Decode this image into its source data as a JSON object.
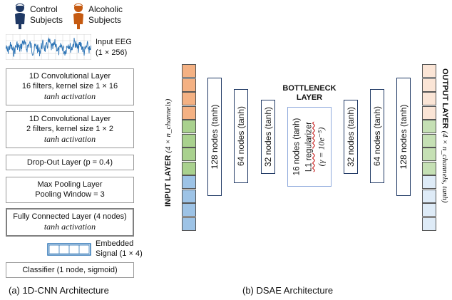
{
  "cnn": {
    "control_label": "Control\nSubjects",
    "alcoholic_label": "Alcoholic\nSubjects",
    "eeg_label": "Input EEG\n(1 × 256)",
    "layers": [
      {
        "title": "1D Convolutional Layer",
        "line2": "16 filters, kernel size 1 × 16",
        "line3": "tanh activation"
      },
      {
        "title": "1D Convolutional Layer",
        "line2": "2 filters, kernel size 1 × 2",
        "line3": "tanh activation"
      },
      {
        "title": "Drop-Out Layer (p = 0.4)"
      },
      {
        "title": "Max Pooling Layer",
        "line2": "Pooling Window = 3"
      },
      {
        "title": "Fully Connected Layer (4 nodes)",
        "line2": "tanh activation"
      }
    ],
    "embedded_label": "Embedded\nSignal (1 × 4)",
    "classifier": "Classifier (1 node, sigmoid)",
    "caption": "(a) 1D-CNN Architecture"
  },
  "dsae": {
    "input_label_bold": "INPUT LAYER",
    "input_label_math": "(4 × n_channels)",
    "output_label_bold": "OUTPUT  LAYER",
    "output_label_math": "(4 × n_channels, tanh)",
    "bottleneck_title": "BOTTLENECK\nLAYER",
    "nodes": [
      "128 nodes (tanh)",
      "64 nodes (tanh)",
      "32 nodes (tanh)",
      "32 nodes (tanh)",
      "64 nodes (tanh)",
      "128 nodes (tanh)"
    ],
    "bottleneck_line1": "16 nodes (tanh)",
    "bottleneck_line2": "L1 regularizer",
    "bottleneck_line3": "(γ = 10e⁻⁵)",
    "caption": "(b) DSAE Architecture",
    "colors": {
      "orange": "#f4b183",
      "green": "#a9d18e",
      "blue": "#9dc3e6",
      "orange_light": "#fbe5d6",
      "green_light": "#c5e0b4",
      "blue_light": "#deebf7",
      "frame": "#1f3864"
    }
  }
}
